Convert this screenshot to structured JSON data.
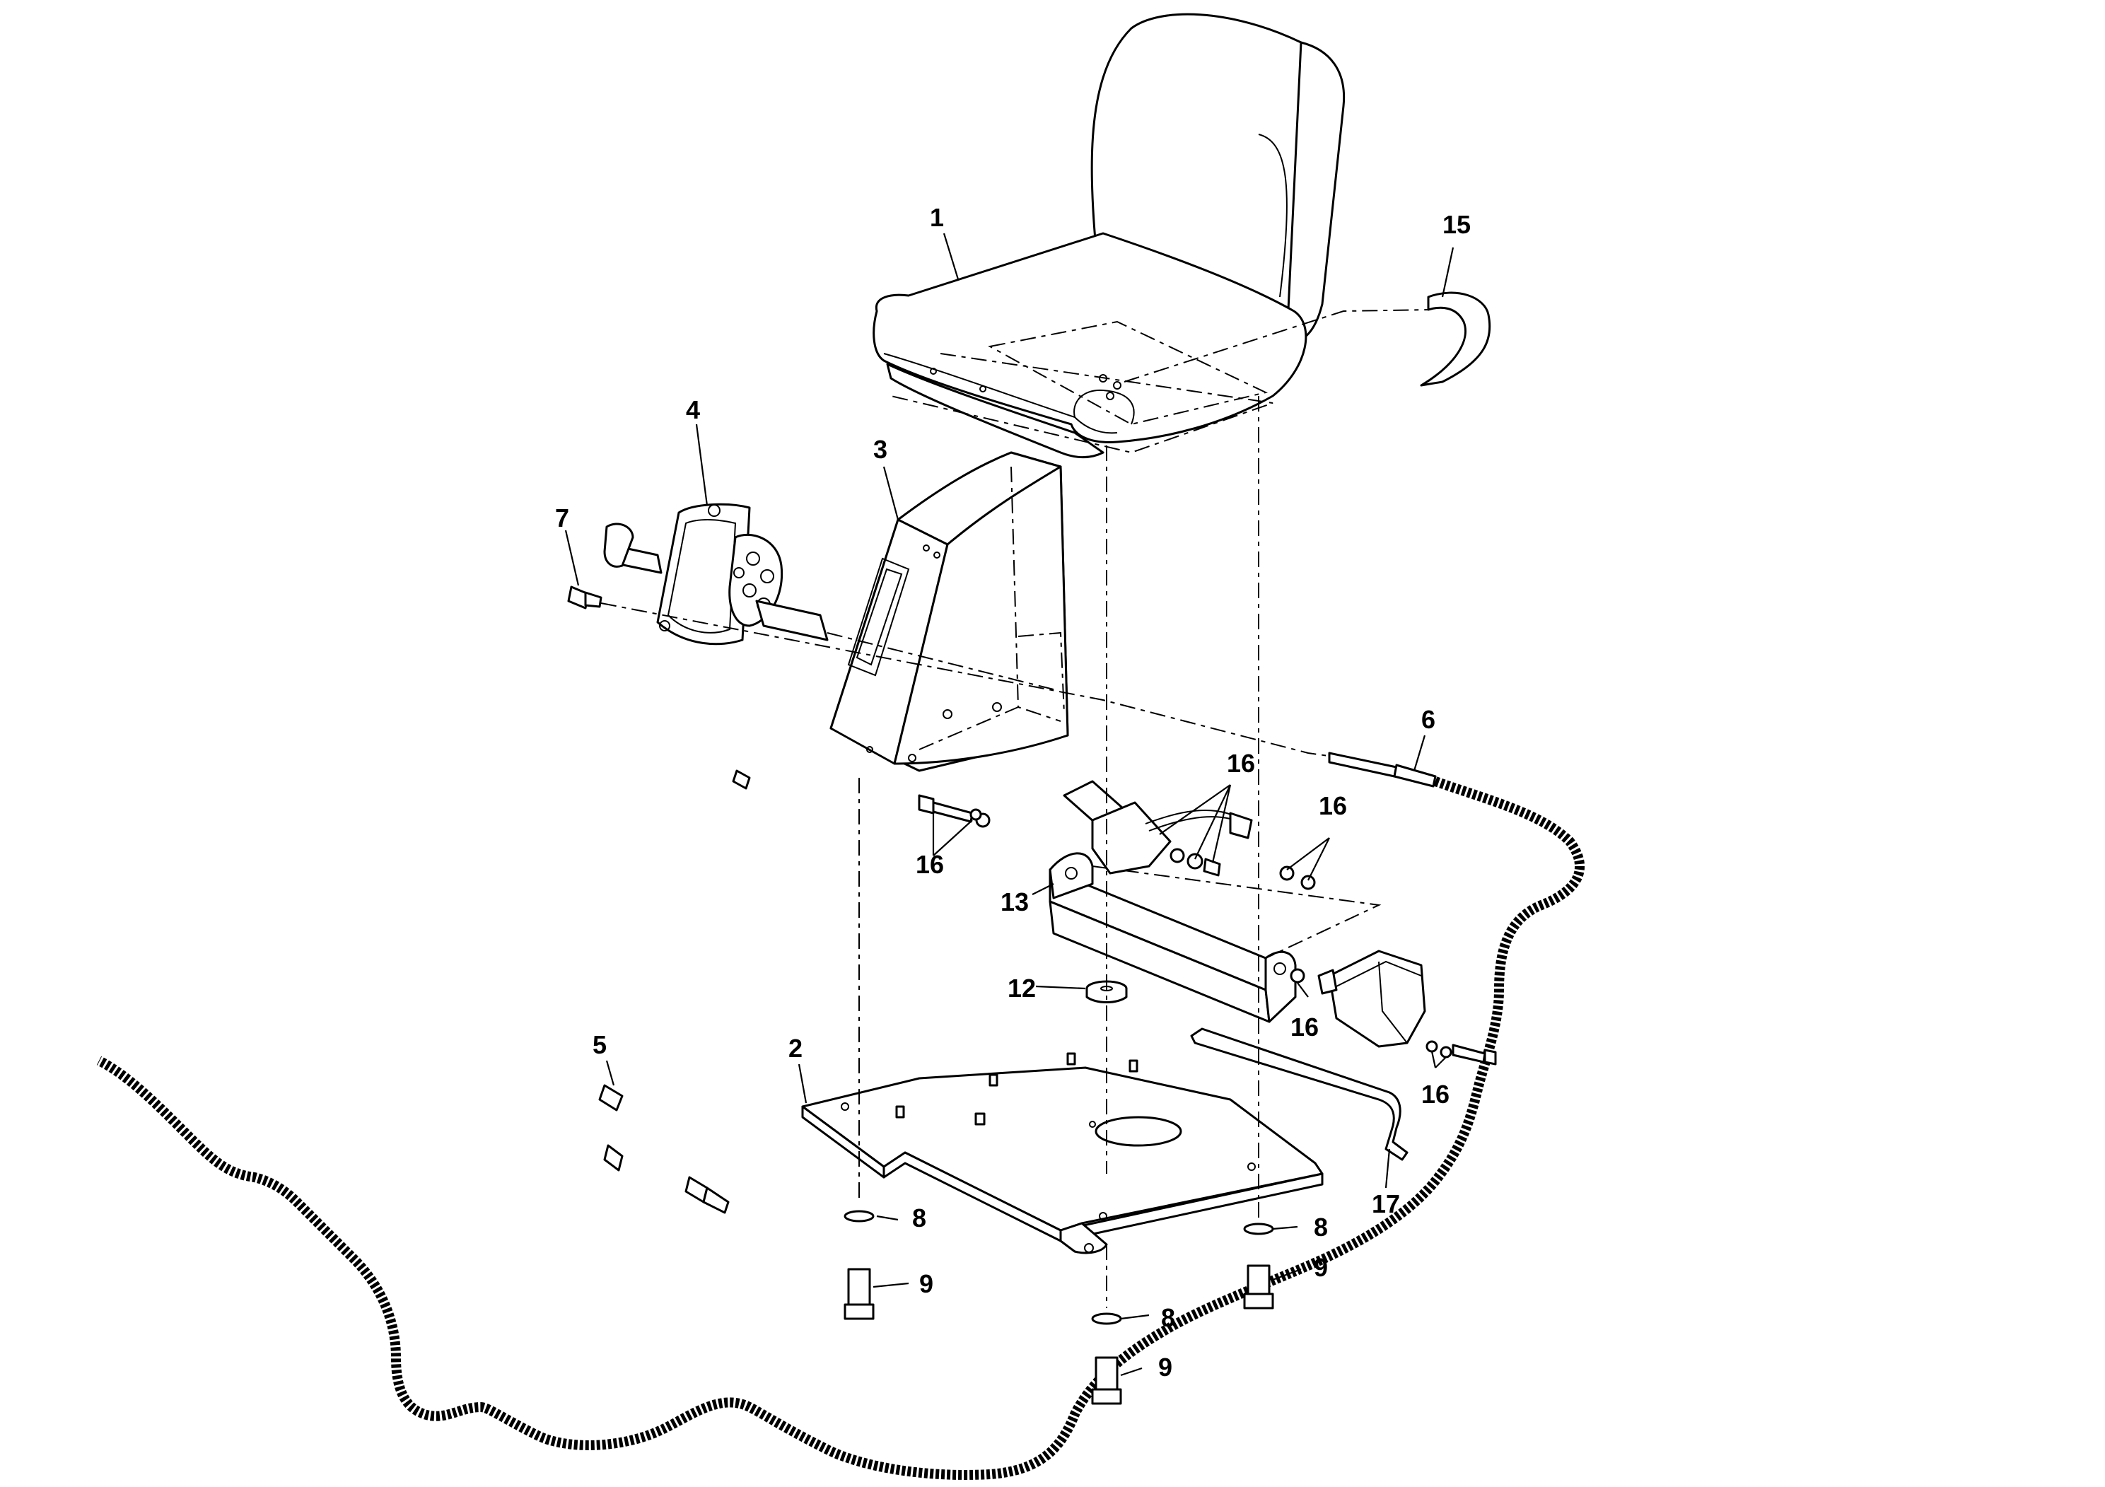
{
  "diagram": {
    "callouts": [
      {
        "id": "c1",
        "text": "1"
      },
      {
        "id": "c2",
        "text": "2"
      },
      {
        "id": "c3",
        "text": "3"
      },
      {
        "id": "c4",
        "text": "4"
      },
      {
        "id": "c5",
        "text": "5"
      },
      {
        "id": "c6",
        "text": "6"
      },
      {
        "id": "c7",
        "text": "7"
      },
      {
        "id": "c8a",
        "text": "8"
      },
      {
        "id": "c8b",
        "text": "8"
      },
      {
        "id": "c8c",
        "text": "8"
      },
      {
        "id": "c9a",
        "text": "9"
      },
      {
        "id": "c9b",
        "text": "9"
      },
      {
        "id": "c9c",
        "text": "9"
      },
      {
        "id": "c12",
        "text": "12"
      },
      {
        "id": "c13",
        "text": "13"
      },
      {
        "id": "c15",
        "text": "15"
      },
      {
        "id": "c16a",
        "text": "16"
      },
      {
        "id": "c16b",
        "text": "16"
      },
      {
        "id": "c16c",
        "text": "16"
      },
      {
        "id": "c16d",
        "text": "16"
      },
      {
        "id": "c16e",
        "text": "16"
      },
      {
        "id": "c17",
        "text": "17"
      }
    ]
  }
}
